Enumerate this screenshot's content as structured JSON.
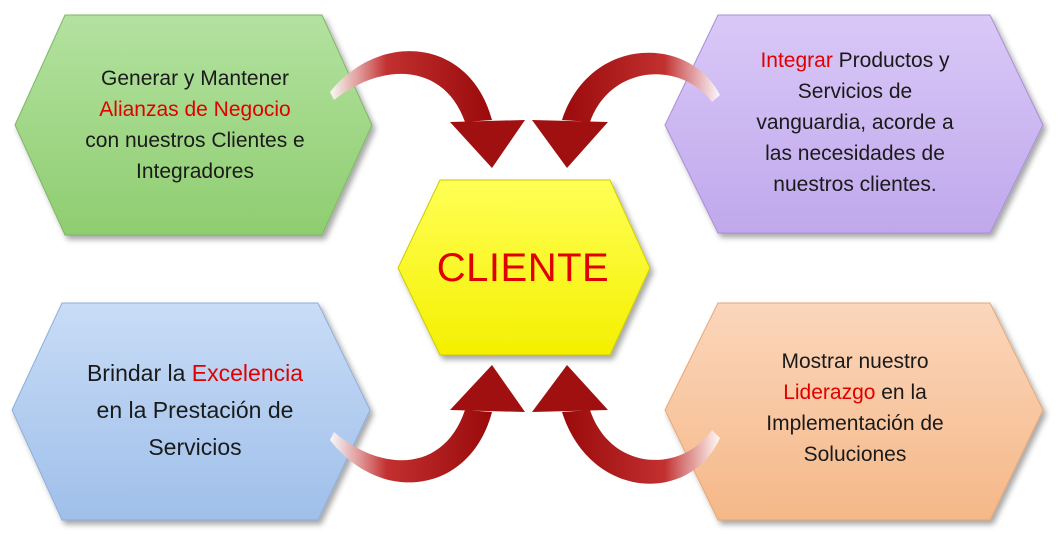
{
  "center": {
    "label": "CLIENTE"
  },
  "hexagons": {
    "top_left": {
      "lines": [
        {
          "parts": [
            {
              "text": "Generar y Mantener",
              "highlight": false
            }
          ]
        },
        {
          "parts": [
            {
              "text": "Alianzas de Negocio",
              "highlight": true
            }
          ]
        },
        {
          "parts": [
            {
              "text": "con nuestros Clientes e",
              "highlight": false
            }
          ]
        },
        {
          "parts": [
            {
              "text": "Integradores",
              "highlight": false
            }
          ]
        }
      ]
    },
    "top_right": {
      "lines": [
        {
          "parts": [
            {
              "text": "Integrar",
              "highlight": true
            },
            {
              "text": " Productos y",
              "highlight": false
            }
          ]
        },
        {
          "parts": [
            {
              "text": "Servicios de",
              "highlight": false
            }
          ]
        },
        {
          "parts": [
            {
              "text": "vanguardia, acorde a",
              "highlight": false
            }
          ]
        },
        {
          "parts": [
            {
              "text": "las necesidades de",
              "highlight": false
            }
          ]
        },
        {
          "parts": [
            {
              "text": "nuestros clientes.",
              "highlight": false
            }
          ]
        }
      ]
    },
    "bottom_left": {
      "lines": [
        {
          "parts": [
            {
              "text": "Brindar la ",
              "highlight": false
            },
            {
              "text": "Excelencia",
              "highlight": true
            }
          ]
        },
        {
          "parts": [
            {
              "text": "en la Prestación de",
              "highlight": false
            }
          ]
        },
        {
          "parts": [
            {
              "text": "Servicios",
              "highlight": false
            }
          ]
        }
      ]
    },
    "bottom_right": {
      "lines": [
        {
          "parts": [
            {
              "text": "Mostrar nuestro",
              "highlight": false
            }
          ]
        },
        {
          "parts": [
            {
              "text": "Liderazgo",
              "highlight": true
            },
            {
              "text": " en la",
              "highlight": false
            }
          ]
        },
        {
          "parts": [
            {
              "text": "Implementación de",
              "highlight": false
            }
          ]
        },
        {
          "parts": [
            {
              "text": "Soluciones",
              "highlight": false
            }
          ]
        }
      ]
    }
  },
  "colors": {
    "highlight_text": "#e00000",
    "arrow": "#a01010",
    "center_fill": "#ffff00",
    "top_left_fill": "#a6d98c",
    "top_right_fill": "#cdb8f2",
    "bottom_left_fill": "#b8d2f2",
    "bottom_right_fill": "#f8c8a4"
  }
}
